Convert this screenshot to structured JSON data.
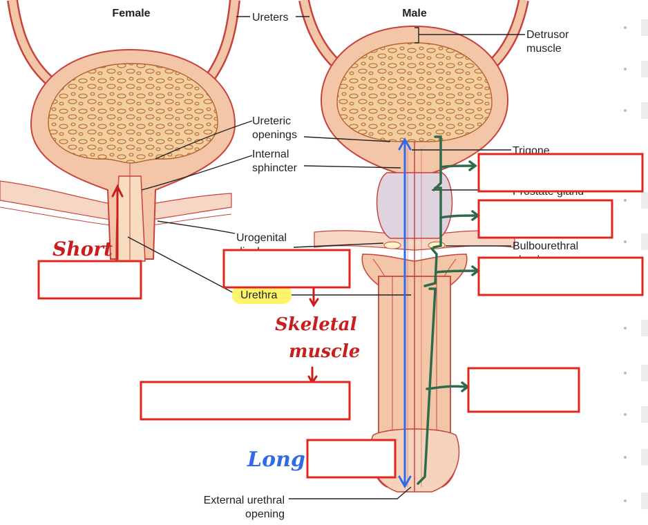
{
  "titles": {
    "female": "Female",
    "male": "Male"
  },
  "labels": {
    "ureters": "Ureters",
    "detrusor_1": "Detrusor",
    "detrusor_2": "muscle",
    "ureteric_1": "Ureteric",
    "ureteric_2": "openings",
    "internal_1": "Internal",
    "internal_2": "sphincter",
    "trigone": "Trigone",
    "prostate": "Prostate gland",
    "urogenital_1": "Urogenital",
    "urogenital_2": "diaphragm",
    "bulbo_1": "Bulbourethral",
    "bulbo_2": "gland",
    "urethra": "Urethra",
    "external_1": "External urethral",
    "external_2": "opening"
  },
  "handwriting": {
    "short": "Short",
    "skeletal": "Skeletal",
    "muscle": "muscle",
    "long": "Long"
  },
  "colors": {
    "tissue": "#f4c6a8",
    "tissue_dark": "#c8413b",
    "bladder_fill": "#f3cfa0",
    "prostate": "#e0d3e0",
    "answer_box_border": "#e2261d",
    "handwriting_red": "#c81e1e",
    "handwriting_blue": "#2f6be6",
    "bracket_green": "#2e6b4a",
    "highlight": "#fff36b"
  }
}
